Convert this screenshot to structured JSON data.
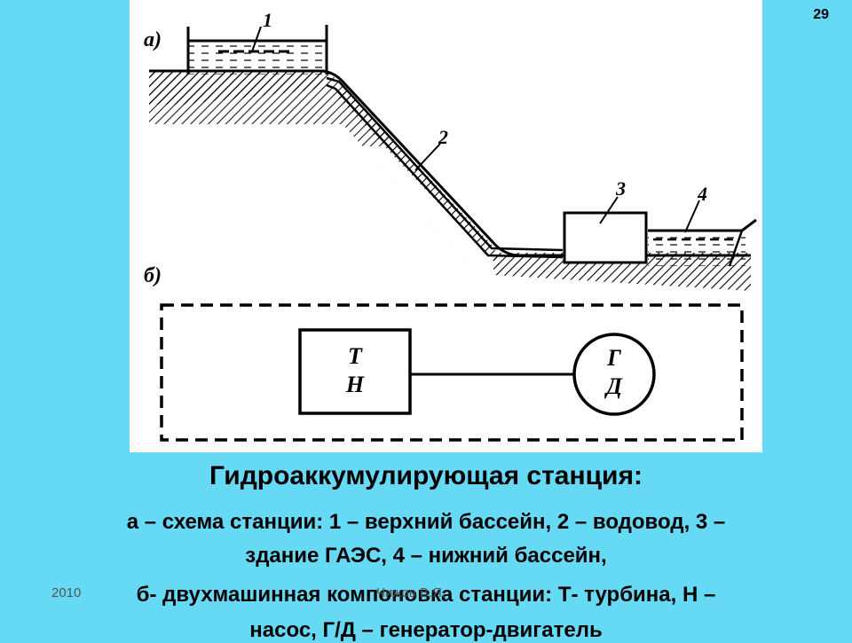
{
  "slide_number": "29",
  "figure": {
    "panel_a": "а)",
    "panel_b": "б)",
    "callouts": [
      "1",
      "2",
      "3",
      "4"
    ],
    "block_left": {
      "top": "Т",
      "bottom": "Н"
    },
    "block_right": {
      "top": "Г",
      "bottom": "Д"
    }
  },
  "caption": {
    "title": "Гидроаккумулирующая станция:",
    "line_a1": "а – схема станции: 1 – верхний бассейн, 2 – водовод, 3 –",
    "line_a2": "здание ГАЭС, 4 – нижний бассейн,",
    "line_b1": "б- двухмашинная компоновка станции:  Т- турбина, Н –",
    "line_b2": "насос, Г/Д – генератор-двигатель"
  },
  "footer": {
    "year": "2010",
    "author": "Чижов В.Я."
  }
}
